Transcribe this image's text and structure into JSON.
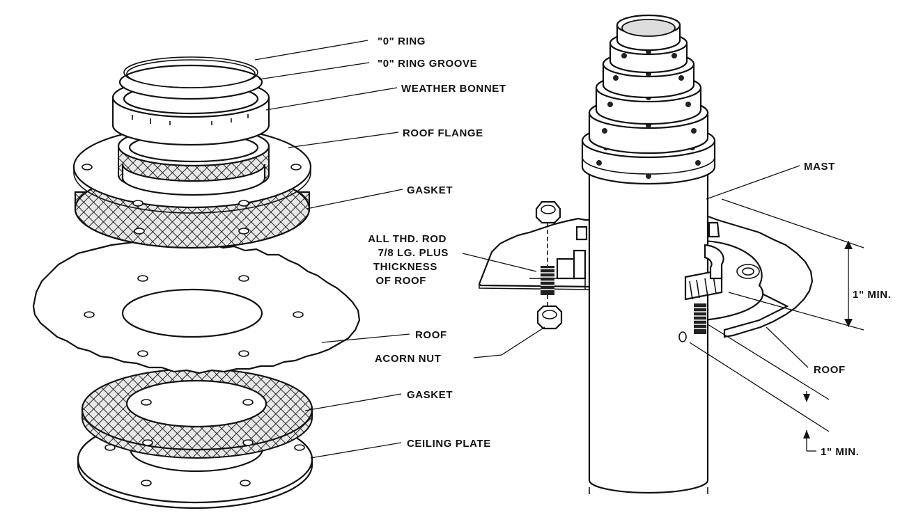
{
  "diagram": {
    "labels": {
      "o_ring": "\"0\" RING",
      "o_ring_groove": "\"0\" RING GROOVE",
      "weather_bonnet": "WEATHER BONNET",
      "roof_flange": "ROOF FLANGE",
      "gasket_top": "GASKET",
      "thd_rod_1": "ALL THD. ROD",
      "thd_rod_2": "7/8 LG. PLUS",
      "thd_rod_3": "THICKNESS",
      "thd_rod_4": "OF ROOF",
      "roof_left": "ROOF",
      "acorn_nut": "ACORN NUT",
      "gasket_bottom": "GASKET",
      "ceiling_plate": "CEILING PLATE",
      "mast": "MAST",
      "min_top": "1\" MIN.",
      "roof_right": "ROOF",
      "min_bottom": "1\" MIN."
    }
  }
}
